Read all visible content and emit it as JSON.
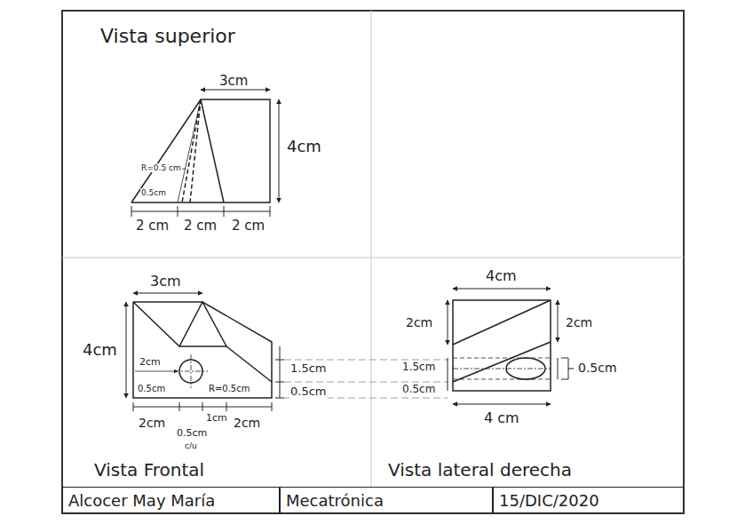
{
  "diagram": {
    "nodes": [
      {
        "text": [
          "Alcocer May María"
        ]
      },
      {
        "text": [
          "Mecatrónica"
        ]
      },
      {
        "text": [
          "15/DIC/2020"
        ]
      }
    ],
    "labels": [
      "Vista superior",
      "3cm",
      "4cm",
      "R=0.5 cm",
      "0.5cm",
      "2 cm",
      "2 cm",
      "2 cm",
      "3cm",
      "4cm",
      "2cm",
      "0.5cm",
      "R=0.5cm",
      "1.5cm",
      "0.5cm",
      "2cm",
      "1cm",
      "2cm",
      "0.5cm",
      "c/u",
      "Vista Frontal",
      "4cm",
      "2cm",
      "2cm",
      "1.5cm",
      "0.5cm",
      "0.5cm",
      "4 cm",
      "Vista lateral derecha"
    ]
  }
}
